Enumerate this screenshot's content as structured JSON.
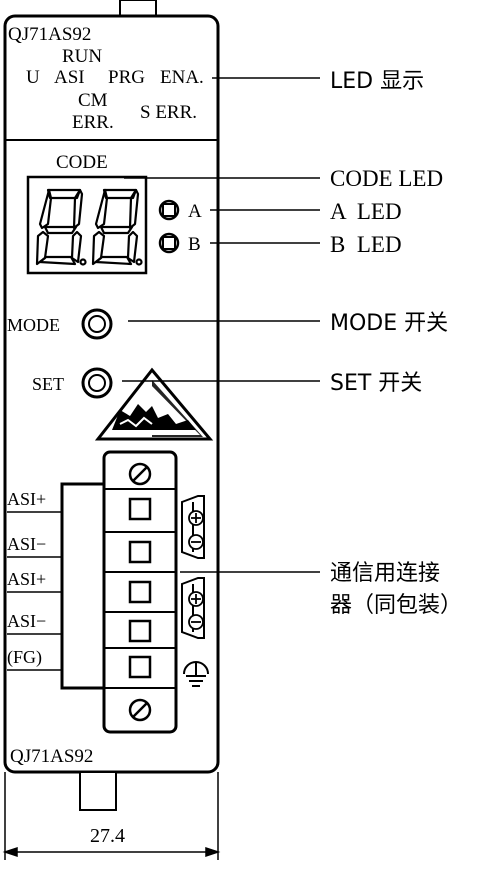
{
  "module": {
    "model_top": "QJ71AS92",
    "model_bottom": "QJ71AS92",
    "led_panel": {
      "run": "RUN",
      "u": "U",
      "asi": "ASI",
      "prg": "PRG",
      "ena": "ENA.",
      "cm": "CM",
      "s_err": "S ERR.",
      "err": "ERR."
    },
    "code_label": "CODE",
    "led_a_label": "A",
    "led_b_label": "B",
    "mode_label": "MODE",
    "set_label": "SET",
    "terminals": [
      "ASI+",
      "ASI−",
      "ASI+",
      "ASI−",
      "(FG)"
    ],
    "width_dimension": "27.4"
  },
  "callouts": {
    "led_display": "LED 显示",
    "code_led": "CODE LED",
    "a_led": "A  LED",
    "b_led": "B  LED",
    "mode_switch": "MODE 开关",
    "set_switch": "SET 开关",
    "connector_line1": "通信用连接",
    "connector_line2": "器（同包装）"
  },
  "colors": {
    "line": "#000000",
    "background": "#ffffff"
  }
}
